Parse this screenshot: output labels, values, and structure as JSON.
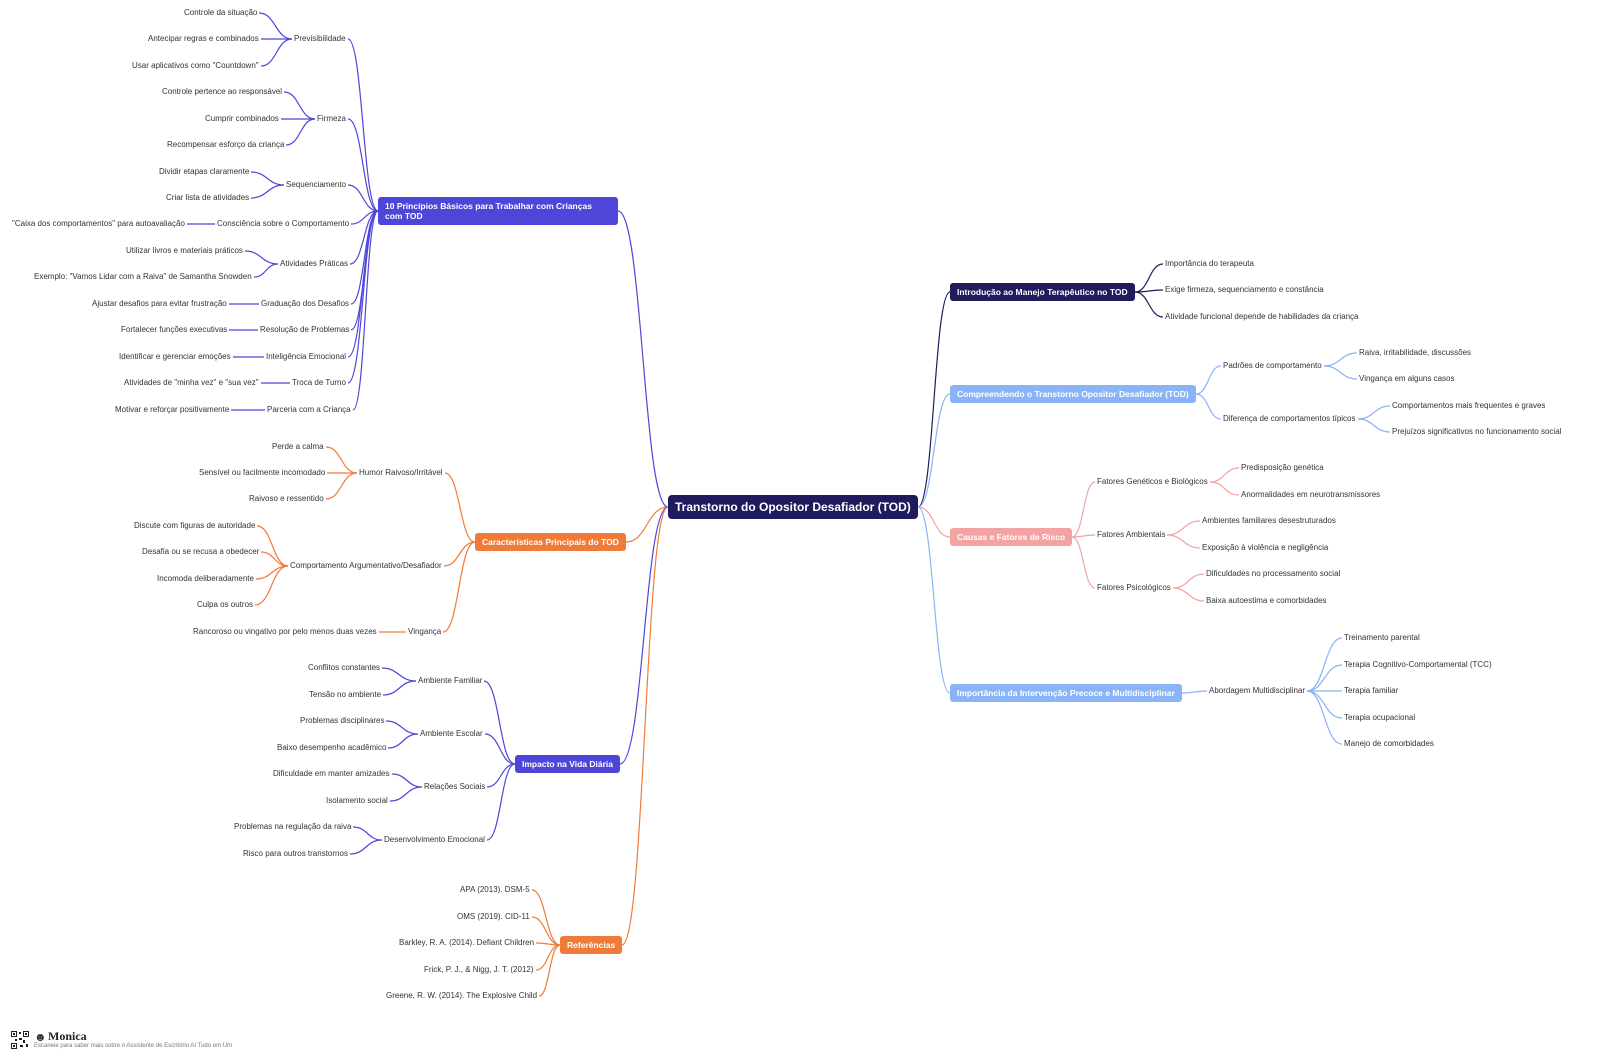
{
  "colors": {
    "root": "#1f1b5c",
    "intro": "#1f1b5c",
    "blue_light": "#8ab4f8",
    "pink": "#f4a3a3",
    "purple": "#4e46d9",
    "orange": "#f07b39"
  },
  "root": {
    "label": "Transtorno do Opositor Desafiador (TOD)"
  },
  "right": {
    "intro": {
      "label": "Introdução ao Manejo Terapêutico no TOD",
      "items": [
        "Importância do terapeuta",
        "Exige firmeza, sequenciamento e constância",
        "Atividade funcional depende de habilidades da criança"
      ]
    },
    "understanding": {
      "label": "Compreendendo o Transtorno Opositor Desafiador (TOD)",
      "groups": [
        {
          "label": "Padrões de comportamento",
          "items": [
            "Raiva, irritabilidade, discussões",
            "Vingança em alguns casos"
          ]
        },
        {
          "label": "Diferença de comportamentos típicos",
          "items": [
            "Comportamentos mais frequentes e graves",
            "Prejuízos significativos no funcionamento social"
          ]
        }
      ]
    },
    "causes": {
      "label": "Causas e Fatores de Risco",
      "groups": [
        {
          "label": "Fatores Genéticos e Biológicos",
          "items": [
            "Predisposição genética",
            "Anormalidades em neurotransmissores"
          ]
        },
        {
          "label": "Fatores Ambientais",
          "items": [
            "Ambientes familiares desestruturados",
            "Exposição à violência e negligência"
          ]
        },
        {
          "label": "Fatores Psicológicos",
          "items": [
            "Dificuldades no processamento social",
            "Baixa autoestima e comorbidades"
          ]
        }
      ]
    },
    "intervention": {
      "label": "Importância da Intervenção Precoce e Multidisciplinar",
      "group": "Abordagem Multidisciplinar",
      "items": [
        "Treinamento parental",
        "Terapia Cognitivo-Comportamental (TCC)",
        "Terapia familiar",
        "Terapia ocupacional",
        "Manejo de comorbidades"
      ]
    }
  },
  "left": {
    "principles": {
      "label": "10 Princípios Básicos para Trabalhar com Crianças com TOD",
      "groups": [
        {
          "label": "Previsibilidade",
          "items": [
            "Controle da situação",
            "Antecipar regras e combinados",
            "Usar aplicativos como \"Countdown\""
          ]
        },
        {
          "label": "Firmeza",
          "items": [
            "Controle pertence ao responsável",
            "Cumprir combinados",
            "Recompensar esforço da criança"
          ]
        },
        {
          "label": "Sequenciamento",
          "items": [
            "Dividir etapas claramente",
            "Criar lista de atividades"
          ]
        },
        {
          "label": "Consciência sobre o Comportamento",
          "items": [
            "\"Caixa dos comportamentos\" para autoavaliação"
          ]
        },
        {
          "label": "Atividades Práticas",
          "items": [
            "Utilizar livros e materiais práticos",
            "Exemplo: \"Vamos Lidar com a Raiva\" de Samantha Snowden"
          ]
        },
        {
          "label": "Graduação dos Desafios",
          "items": [
            "Ajustar desafios para evitar frustração"
          ]
        },
        {
          "label": "Resolução de Problemas",
          "items": [
            "Fortalecer funções executivas"
          ]
        },
        {
          "label": "Inteligência Emocional",
          "items": [
            "Identificar e gerenciar emoções"
          ]
        },
        {
          "label": "Troca de Turno",
          "items": [
            "Atividades de \"minha vez\" e \"sua vez\""
          ]
        },
        {
          "label": "Parceria com a Criança",
          "items": [
            "Motivar e reforçar positivamente"
          ]
        }
      ]
    },
    "characteristics": {
      "label": "Características Principais do TOD",
      "groups": [
        {
          "label": "Humor Raivoso/Irritável",
          "items": [
            "Perde a calma",
            "Sensível ou facilmente incomodado",
            "Raivoso e ressentido"
          ]
        },
        {
          "label": "Comportamento Argumentativo/Desafiador",
          "items": [
            "Discute com figuras de autoridade",
            "Desafia ou se recusa a obedecer",
            "Incomoda deliberadamente",
            "Culpa os outros"
          ]
        },
        {
          "label": "Vingança",
          "items": [
            "Rancoroso ou vingativo por pelo menos duas vezes"
          ]
        }
      ]
    },
    "impact": {
      "label": "Impacto na Vida Diária",
      "groups": [
        {
          "label": "Ambiente Familiar",
          "items": [
            "Conflitos constantes",
            "Tensão no ambiente"
          ]
        },
        {
          "label": "Ambiente Escolar",
          "items": [
            "Problemas disciplinares",
            "Baixo desempenho acadêmico"
          ]
        },
        {
          "label": "Relações Sociais",
          "items": [
            "Dificuldade em manter amizades",
            "Isolamento social"
          ]
        },
        {
          "label": "Desenvolvimento Emocional",
          "items": [
            "Problemas na regulação da raiva",
            "Risco para outros transtornos"
          ]
        }
      ]
    },
    "references": {
      "label": "Referências",
      "items": [
        "APA (2013). DSM-5",
        "OMS (2019). CID-11",
        "Barkley, R. A. (2014). Defiant Children",
        "Frick, P. J., & Nigg, J. T. (2012)",
        "Greene, R. W. (2014). The Explosive Child"
      ]
    }
  },
  "footer": {
    "brand": "Monica",
    "tagline": "Escaneie para saber mais sobre o Assistente de Escritório AI Tudo em Um"
  }
}
